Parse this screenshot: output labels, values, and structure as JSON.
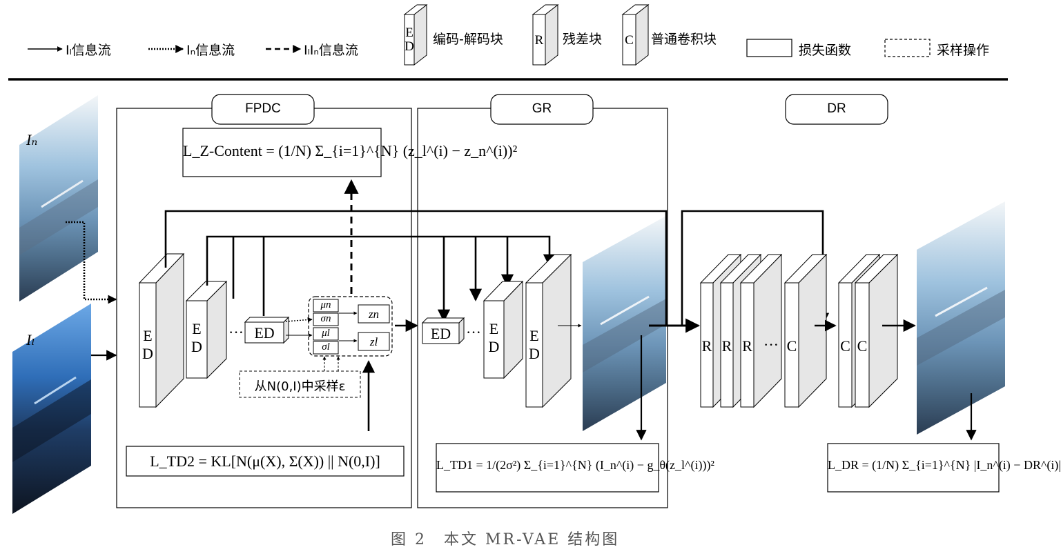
{
  "legend": {
    "flow_il": "Iₗ信息流",
    "flow_in": "Iₙ信息流",
    "flow_both": "IₗIₙ信息流",
    "ed_letters": "E D",
    "ed_name": "编码-解码块",
    "r_letter": "R",
    "r_name": "残差块",
    "c_letter": "C",
    "c_name": "普通卷积块",
    "loss_name": "损失函数",
    "sample_name": "采样操作"
  },
  "sections": {
    "fpdc": "FPDC",
    "gr": "GR",
    "dr": "DR"
  },
  "images": {
    "in_label": "Iₙ",
    "il_label": "Iₗ"
  },
  "formulas": {
    "z_content": "L_Z-Content = (1/N) Σ_{i=1}^{N} (z_l^(i) − z_n^(i))²",
    "td2": "L_TD2 = KL[N(μ(X), Σ(X)) || N(0,I)]",
    "td1": "L_TD1 = 1/(2σ²) Σ_{i=1}^{N} (I_n^(i) − g_θ(z_l^(i)))²",
    "dr": "L_DR = (1/N) Σ_{i=1}^{N} |I_n^(i) − DR^(i)|"
  },
  "blocks": {
    "ed": "E D",
    "ed_flat": "ED",
    "r": "R",
    "c": "C",
    "dots": "···",
    "mu_n": "μn",
    "sigma_n": "σn",
    "mu_l": "μl",
    "sigma_l": "σl",
    "z_n": "zn",
    "z_l": "zl",
    "sample": "从N(0,I)中采样ε"
  },
  "caption": "图 2　本文 MR-VAE 结构图",
  "colors": {
    "block_face": "#ffffff",
    "block_side": "#e6e6e6",
    "line": "#000000",
    "sky_top": "#dfeaf4",
    "ground_bottom": "#1e2a3e"
  }
}
